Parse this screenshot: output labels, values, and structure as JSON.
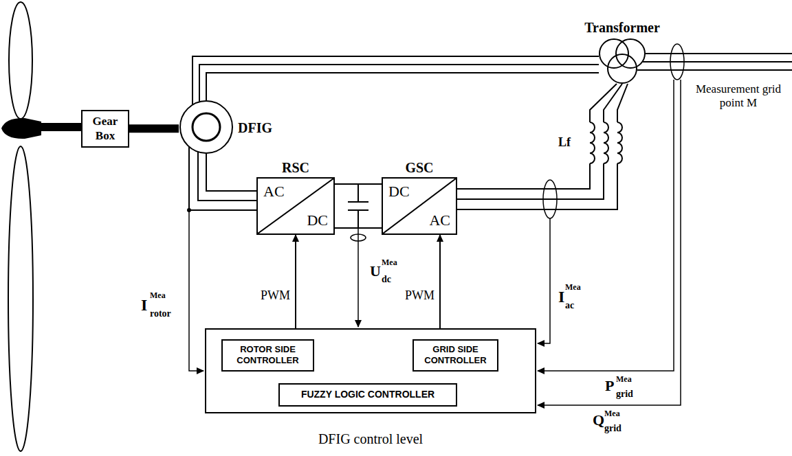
{
  "diagram": {
    "nodes": [
      {
        "text": [
          "Gear Box"
        ]
      },
      {
        "text": [
          "DFIG"
        ]
      },
      {
        "text": [
          "Transformer"
        ]
      },
      {
        "text": [
          "RSC",
          "AC",
          "DC"
        ]
      },
      {
        "text": [
          "GSC",
          "DC",
          "AC"
        ]
      },
      {
        "text": [
          "DFIG control level"
        ]
      },
      {
        "text": [
          "ROTOR SIDE CONTROLLER"
        ],
        "in": 5
      },
      {
        "text": [
          "GRID SIDE CONTROLLER"
        ],
        "in": 5
      },
      {
        "text": [
          "FUZZY LOGIC CONTROLLER"
        ],
        "in": 5
      }
    ],
    "edges": [
      {
        "from": 0,
        "to": 1,
        "arrow": "none"
      },
      {
        "from": 1,
        "to": 2,
        "arrow": "none"
      },
      {
        "from": 1,
        "to": 3,
        "arrow": "none"
      },
      {
        "from": 3,
        "to": 4,
        "arrow": "none"
      },
      {
        "from": 4,
        "to": 2,
        "arrow": "none"
      },
      {
        "from": 5,
        "to": 3,
        "label": "PWM",
        "arrow": "to"
      },
      {
        "from": 5,
        "to": 4,
        "label": "PWM",
        "arrow": "to"
      }
    ],
    "labels": [
      "Lf",
      "Measurement grid point M",
      "I",
      "Mea",
      "rotor",
      "U",
      "Mea",
      "dc",
      "I",
      "Mea",
      "ac",
      "P",
      "Mea",
      "grid",
      "Q",
      "Mea",
      "grid"
    ]
  }
}
